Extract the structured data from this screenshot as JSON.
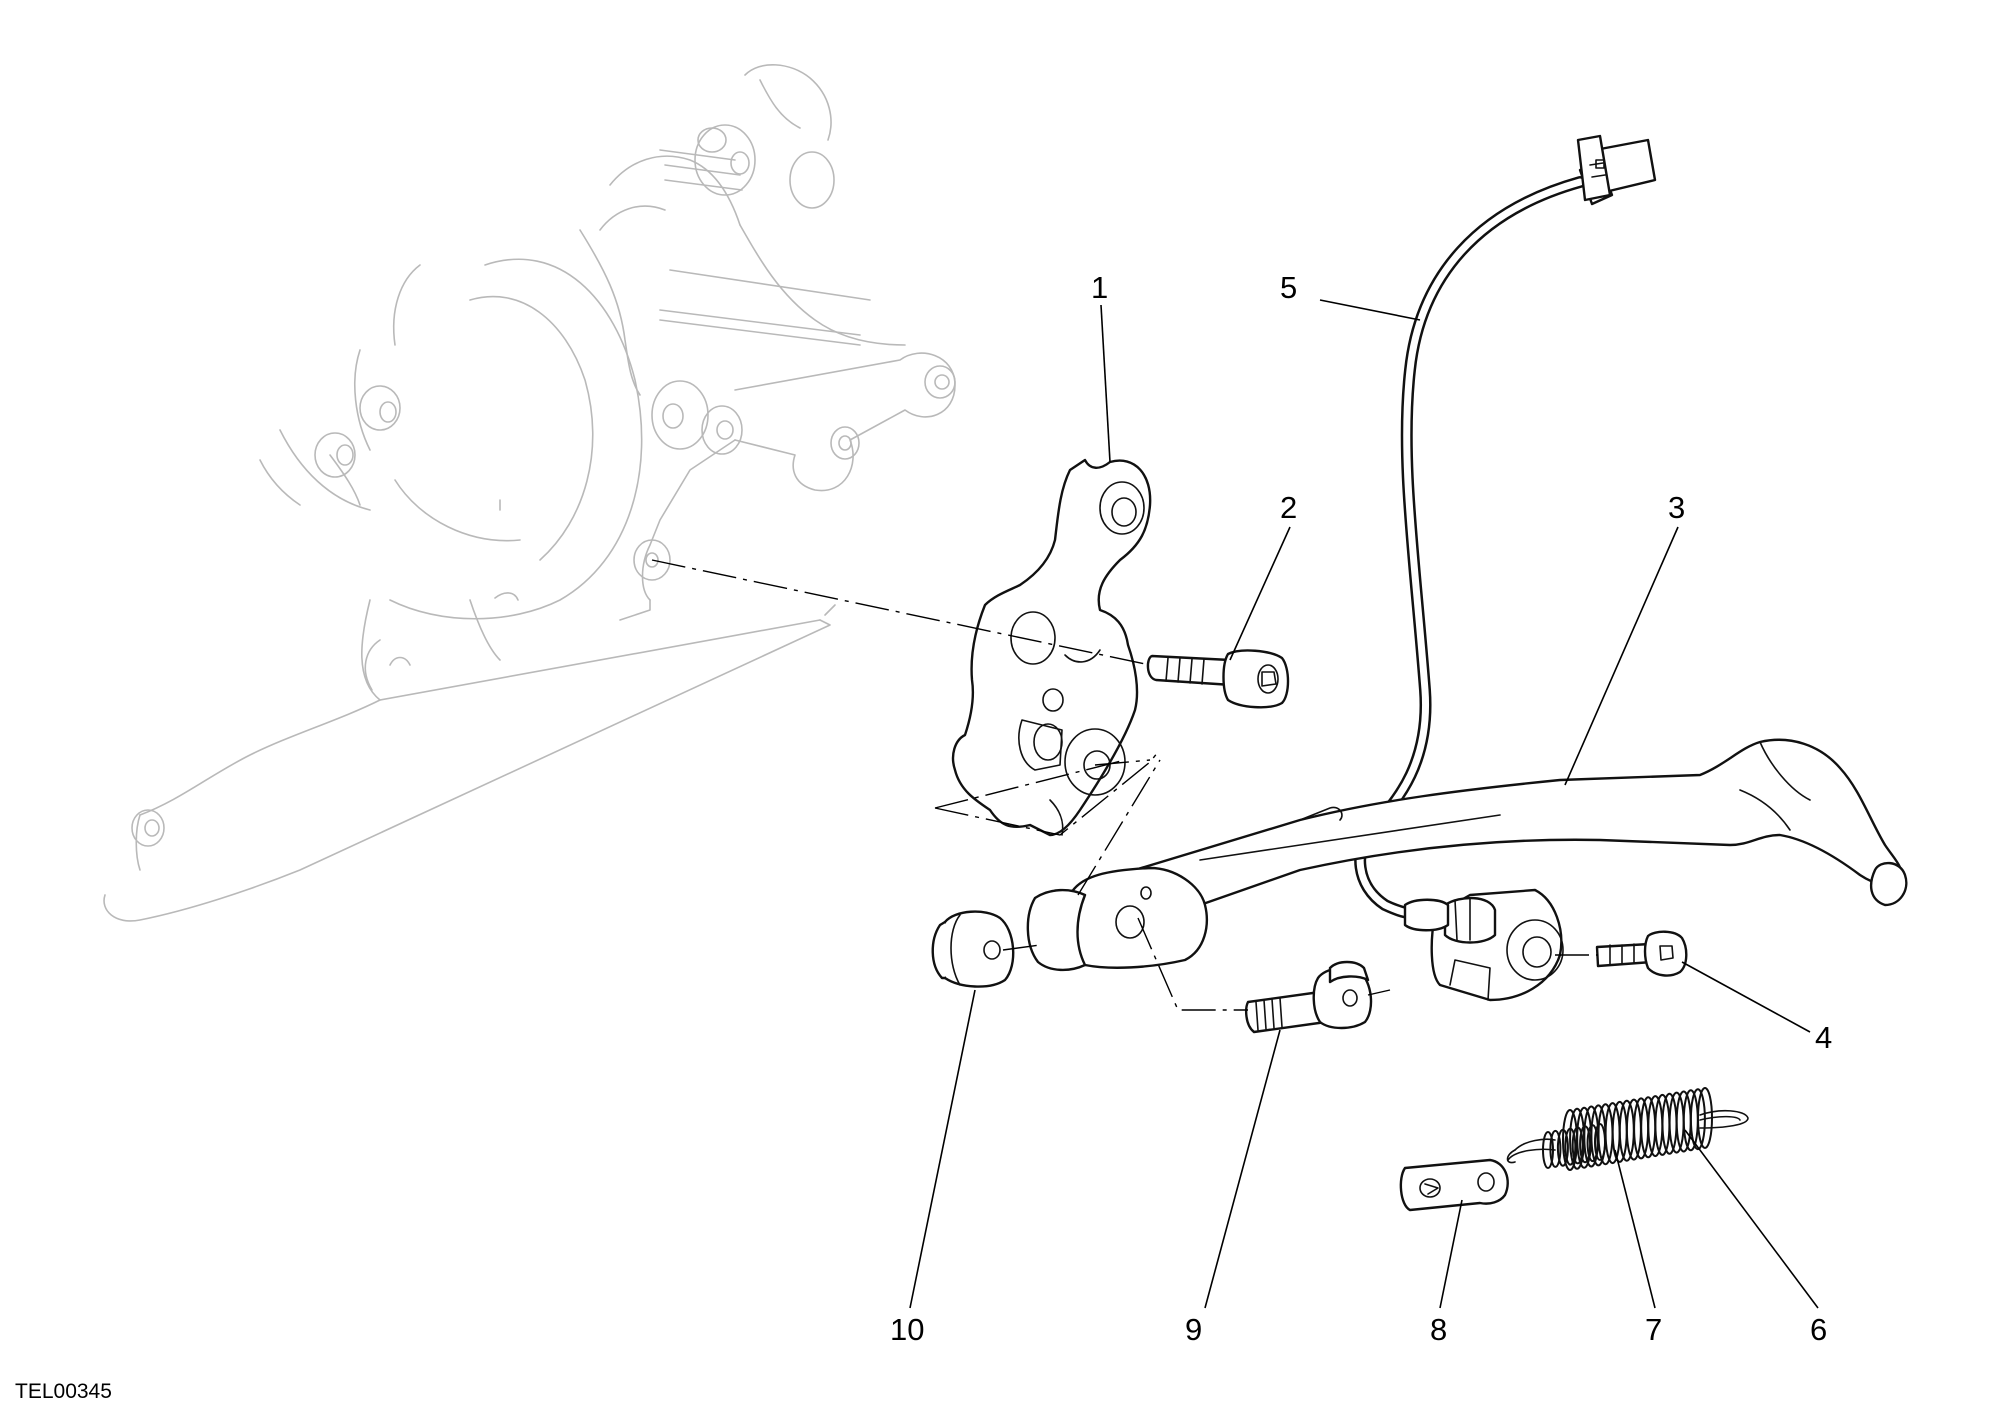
{
  "drawing_code": "TEL00345",
  "callouts": [
    {
      "id": "1",
      "label": "1"
    },
    {
      "id": "2",
      "label": "2"
    },
    {
      "id": "3",
      "label": "3"
    },
    {
      "id": "4",
      "label": "4"
    },
    {
      "id": "5",
      "label": "5"
    },
    {
      "id": "6",
      "label": "6"
    },
    {
      "id": "7",
      "label": "7"
    },
    {
      "id": "8",
      "label": "8"
    },
    {
      "id": "9",
      "label": "9"
    },
    {
      "id": "10",
      "label": "10"
    }
  ]
}
